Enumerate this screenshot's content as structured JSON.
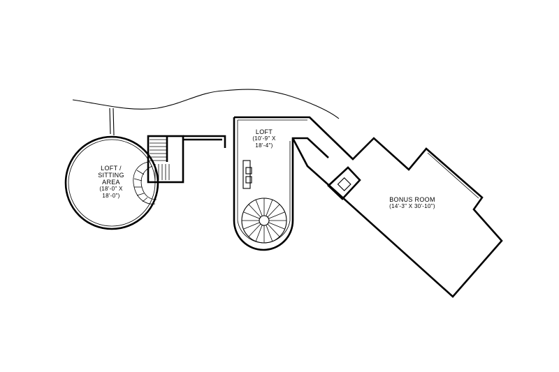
{
  "rooms": {
    "loft_sitting": {
      "lines": [
        "LOFT /",
        "SITTING",
        "AREA"
      ],
      "dims": [
        "(18'-0\" X",
        "18'-0\")"
      ]
    },
    "loft": {
      "title": "LOFT",
      "dims": [
        "(10'-9\" X",
        "18'-4\")"
      ]
    },
    "bonus": {
      "title": "BONUS ROOM",
      "dims": "(14'-3\" X 30'-10\")"
    }
  }
}
